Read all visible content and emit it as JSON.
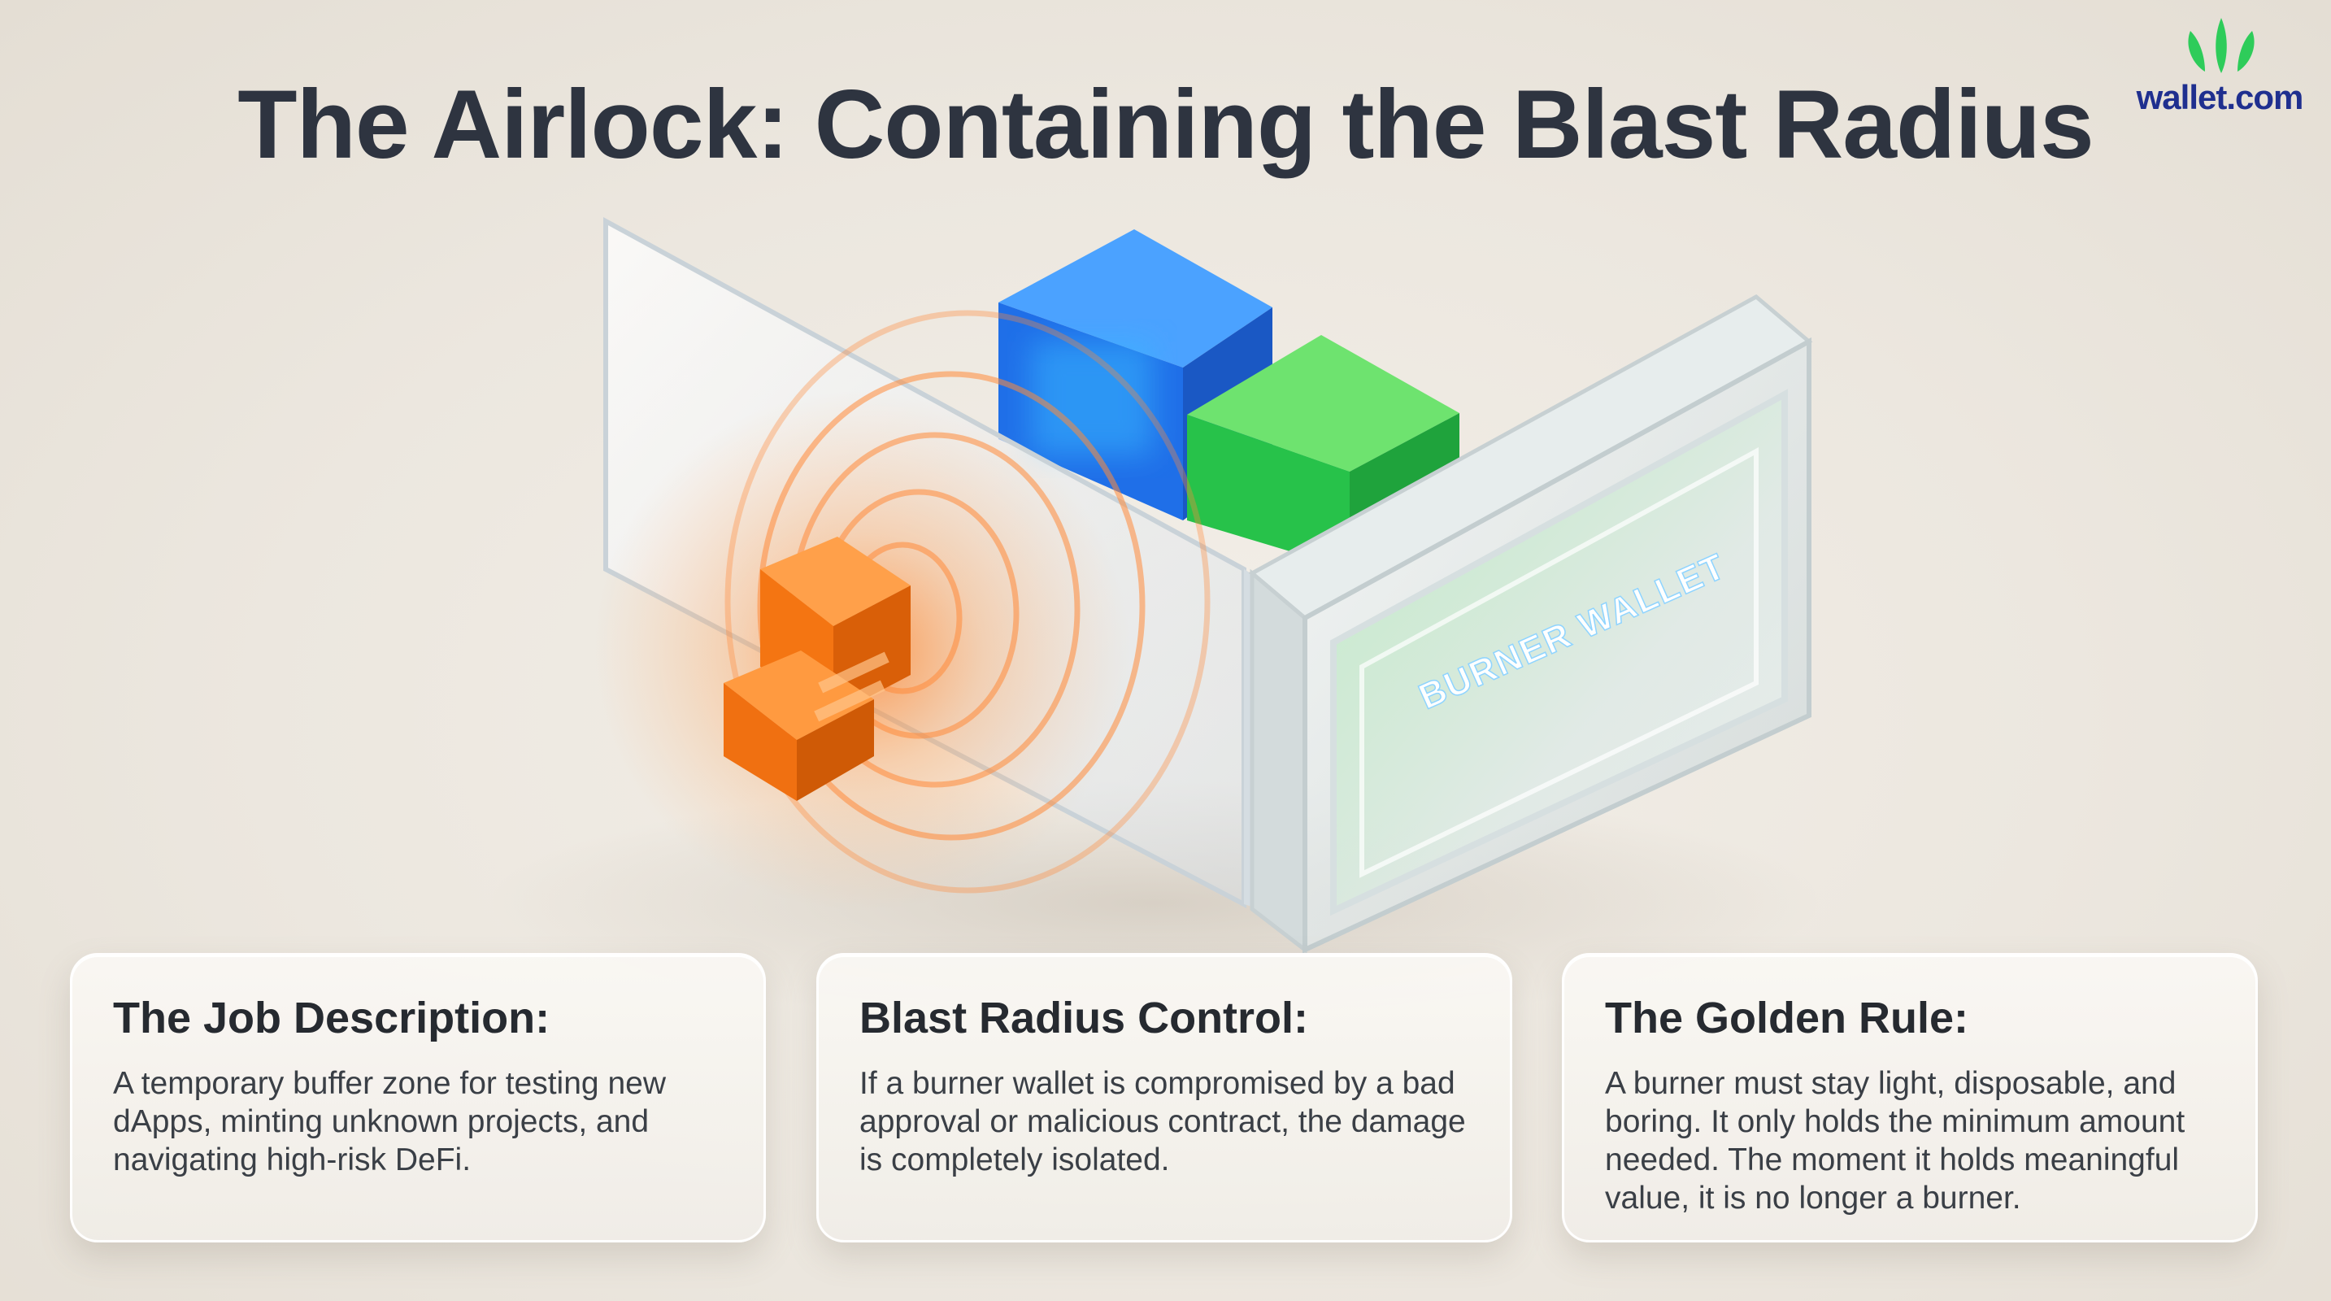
{
  "header": {
    "title": "The Airlock: Containing the Blast Radius"
  },
  "brand": {
    "logo_text": "wallet.com",
    "logo_icon": "leaf-sprout-icon",
    "colors": {
      "logo_green": "#2ecc5a",
      "logo_text": "#1f2f8f"
    }
  },
  "illustration": {
    "wallet_label": "BURNER WALLET",
    "colors": {
      "threat": "#ff7a1a",
      "safe_blue": "#1f7cff",
      "safe_green": "#2bd45a"
    }
  },
  "cards": [
    {
      "heading": "The Job Description:",
      "body": "A temporary buffer zone for testing new dApps, minting unknown projects, and navigating high-risk DeFi."
    },
    {
      "heading": "Blast Radius Control:",
      "body": "If a burner wallet is compromised by a bad approval or malicious contract, the damage is completely isolated."
    },
    {
      "heading": "The Golden Rule:",
      "body": "A burner must stay light, disposable, and boring. It only holds the minimum amount needed. The moment it holds meaningful value, it is no longer a burner."
    }
  ]
}
